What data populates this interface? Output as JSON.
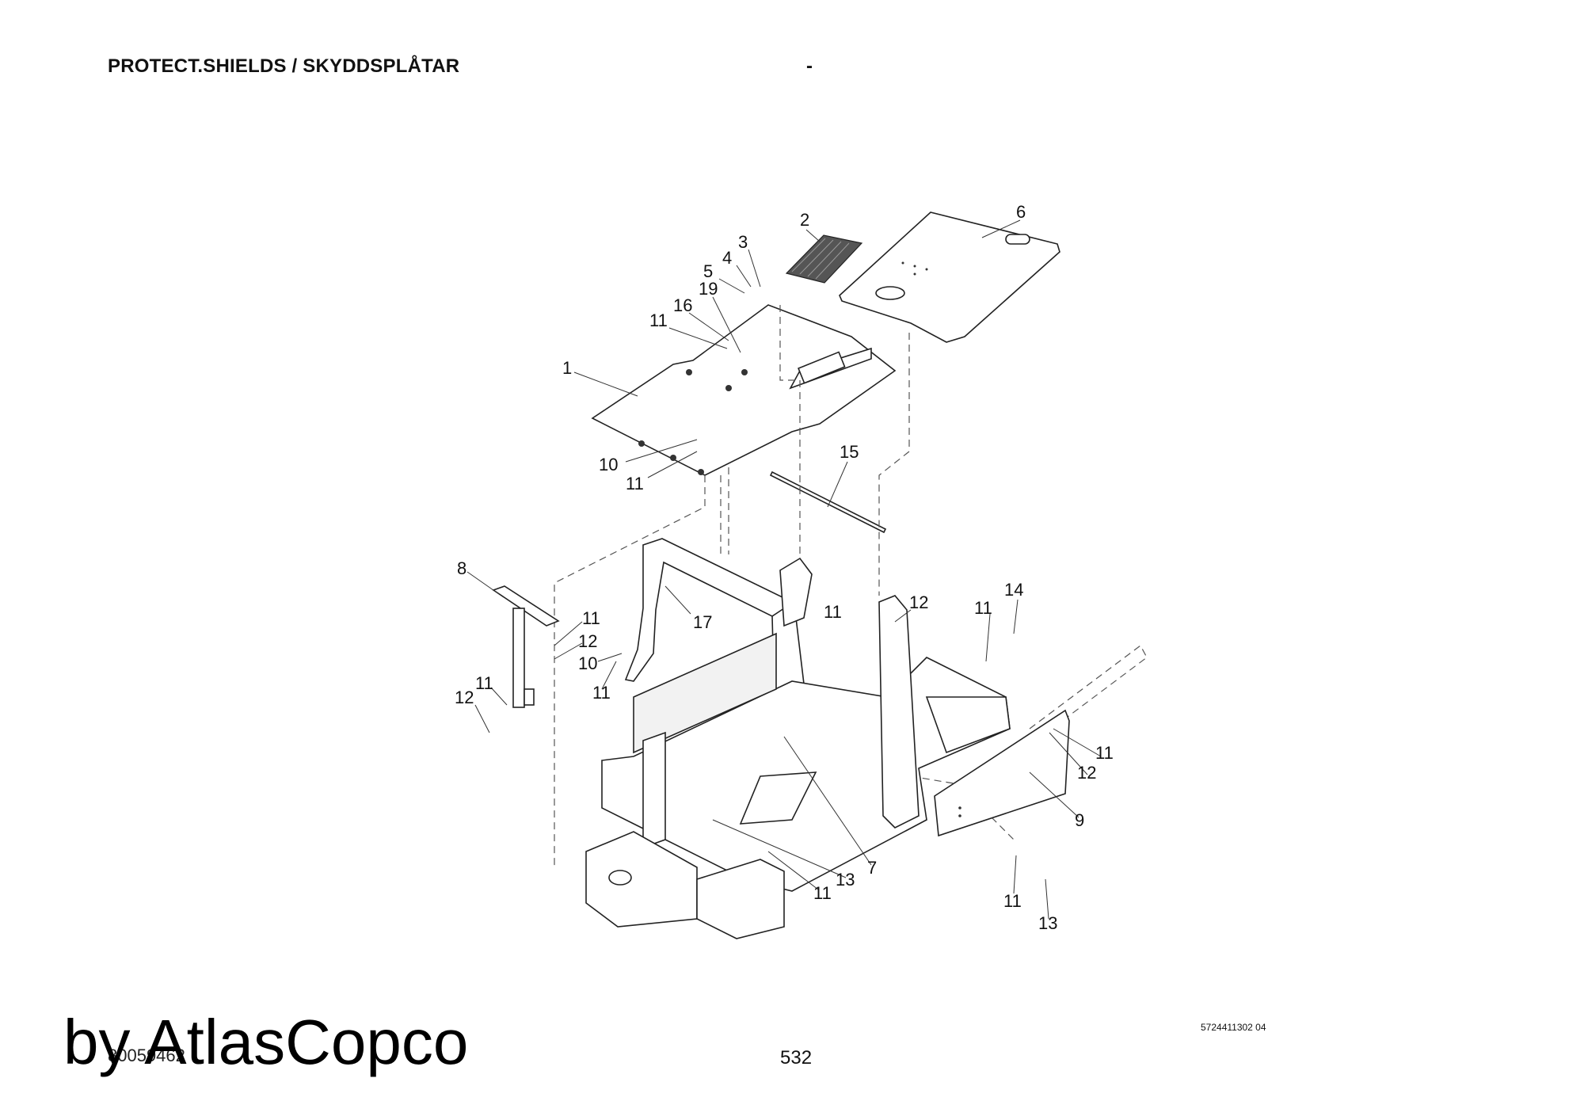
{
  "header": {
    "title": "PROTECT.SHIELDS / SKYDDSPLÅTAR",
    "dash": "-"
  },
  "footer": {
    "watermark": "by AtlasCopco",
    "doc_ref": "80059462",
    "page_number": "532",
    "part_number": "5724411302 04"
  },
  "callouts": [
    {
      "id": "c2",
      "label": "2"
    },
    {
      "id": "c6",
      "label": "6"
    },
    {
      "id": "c3",
      "label": "3"
    },
    {
      "id": "c4",
      "label": "4"
    },
    {
      "id": "c5",
      "label": "5"
    },
    {
      "id": "c19",
      "label": "19"
    },
    {
      "id": "c16",
      "label": "16"
    },
    {
      "id": "c11a",
      "label": "11"
    },
    {
      "id": "c1",
      "label": "1"
    },
    {
      "id": "c10a",
      "label": "10"
    },
    {
      "id": "c11b",
      "label": "11"
    },
    {
      "id": "c15",
      "label": "15"
    },
    {
      "id": "c8",
      "label": "8"
    },
    {
      "id": "c17",
      "label": "17"
    },
    {
      "id": "c11c",
      "label": "11"
    },
    {
      "id": "c12a",
      "label": "12"
    },
    {
      "id": "c10b",
      "label": "10"
    },
    {
      "id": "c11d",
      "label": "11"
    },
    {
      "id": "c11e",
      "label": "11"
    },
    {
      "id": "c12b",
      "label": "12"
    },
    {
      "id": "c11f",
      "label": "11"
    },
    {
      "id": "c12c",
      "label": "12"
    },
    {
      "id": "c11g",
      "label": "11"
    },
    {
      "id": "c14",
      "label": "14"
    },
    {
      "id": "c11h",
      "label": "11"
    },
    {
      "id": "c12d",
      "label": "12"
    },
    {
      "id": "c9",
      "label": "9"
    },
    {
      "id": "c7",
      "label": "7"
    },
    {
      "id": "c13a",
      "label": "13"
    },
    {
      "id": "c11i",
      "label": "11"
    },
    {
      "id": "c11j",
      "label": "11"
    },
    {
      "id": "c13b",
      "label": "13"
    }
  ]
}
